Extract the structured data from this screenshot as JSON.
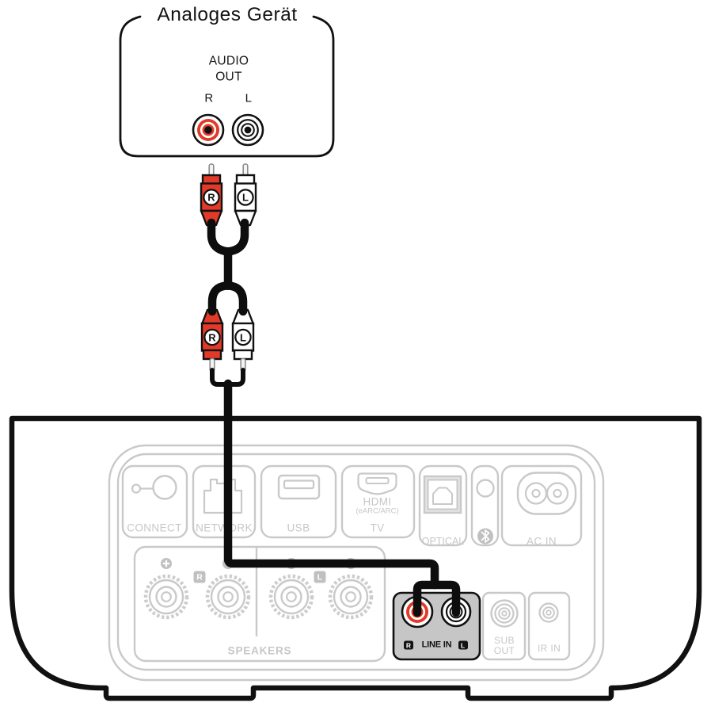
{
  "analog_device": {
    "title": "Analoges Gerät",
    "audio_out_line1": "AUDIO",
    "audio_out_line2": "OUT",
    "right_jack_label": "R",
    "left_jack_label": "L"
  },
  "cable": {
    "upper_plug_right": "R",
    "upper_plug_left": "L",
    "lower_plug_right": "R",
    "lower_plug_left": "L"
  },
  "rear_panel": {
    "ports": {
      "connect": "CONNECT",
      "network": "NETWORK",
      "usb": "USB",
      "hdmi": "HDMI",
      "hdmi_sub": "(eARC/ARC)",
      "hdmi_tv": "TV",
      "optical": "OPTICAL",
      "ac_in": "AC IN"
    },
    "speakers": {
      "label": "SPEAKERS",
      "right_badge": "R",
      "left_badge": "L"
    },
    "line_in": {
      "right_badge": "R",
      "label": "LINE IN",
      "left_badge": "L"
    },
    "sub_out_line1": "SUB",
    "sub_out_line2": "OUT",
    "ir_in": "IR IN"
  },
  "colors": {
    "rca_red": "#e23a28",
    "outline_black": "#111111",
    "panel_gray": "#c9c9c9",
    "label_gray": "#c7c7c7",
    "line_in_bg": "#c6c6c6"
  }
}
